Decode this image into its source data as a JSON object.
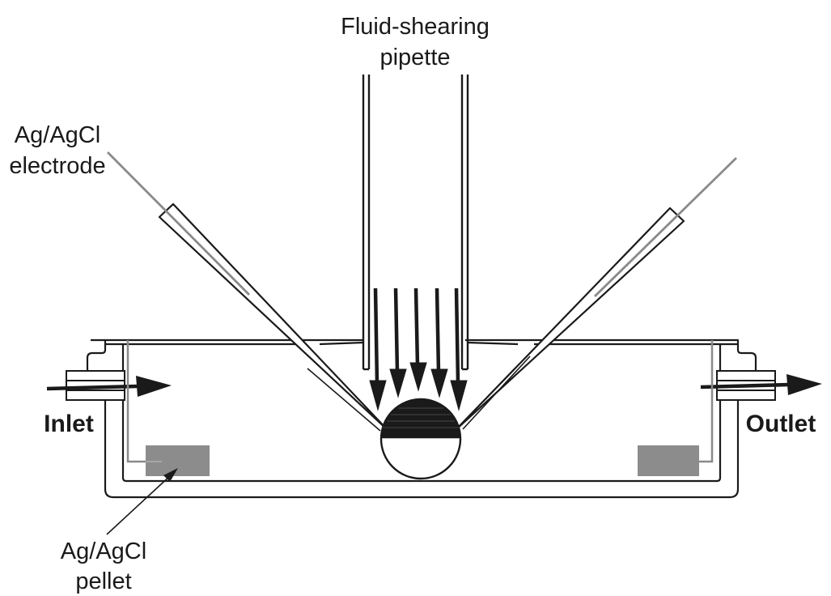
{
  "labels": {
    "pipette_line1": "Fluid-shearing",
    "pipette_line2": "pipette",
    "electrode_line1": "Ag/AgCl",
    "electrode_line2": "electrode",
    "inlet": "Inlet",
    "outlet": "Outlet",
    "pellet_line1": "Ag/AgCl",
    "pellet_line2": "pellet"
  },
  "colors": {
    "line": "#1a1a1a",
    "wire": "#8a8a8a",
    "pellet": "#8c8c8c"
  }
}
